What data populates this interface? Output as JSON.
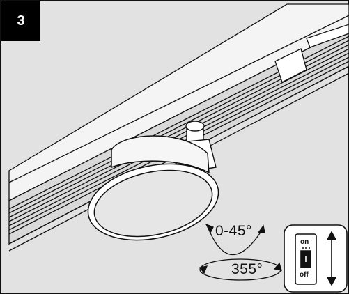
{
  "step": {
    "number": "3"
  },
  "rotation": {
    "tilt_label": "0-45°",
    "spin_label": "355°"
  },
  "switch": {
    "on_label": "on",
    "off_label": "off"
  },
  "colors": {
    "background": "#e2e2e2",
    "outline": "#111111",
    "badge": "#000000"
  }
}
